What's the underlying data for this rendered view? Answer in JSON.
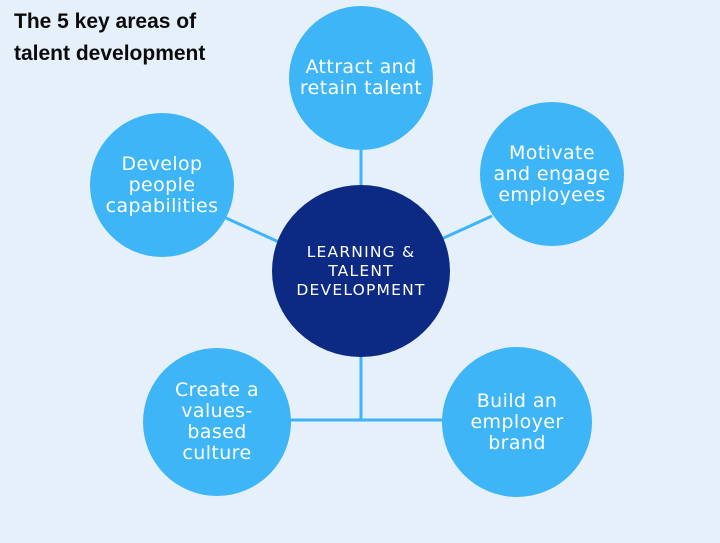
{
  "title": {
    "line1": "The 5 key areas of",
    "line2": "talent development"
  },
  "colors": {
    "background": "#e6f0fb",
    "outer_node": "#3db5f7",
    "center_node": "#0c2a84",
    "connector": "#3db5f7"
  },
  "center": {
    "lines": [
      "LEARNING &",
      "TALENT",
      "DEVELOPMENT"
    ]
  },
  "nodes": {
    "attract": {
      "lines": [
        "Attract and",
        "retain talent"
      ]
    },
    "motivate": {
      "lines": [
        "Motivate",
        "and engage",
        "employees"
      ]
    },
    "develop": {
      "lines": [
        "Develop",
        "people",
        "capabilities"
      ]
    },
    "culture": {
      "lines": [
        "Create a",
        "values-",
        "based",
        "culture"
      ]
    },
    "brand": {
      "lines": [
        "Build an",
        "employer",
        "brand"
      ]
    }
  }
}
